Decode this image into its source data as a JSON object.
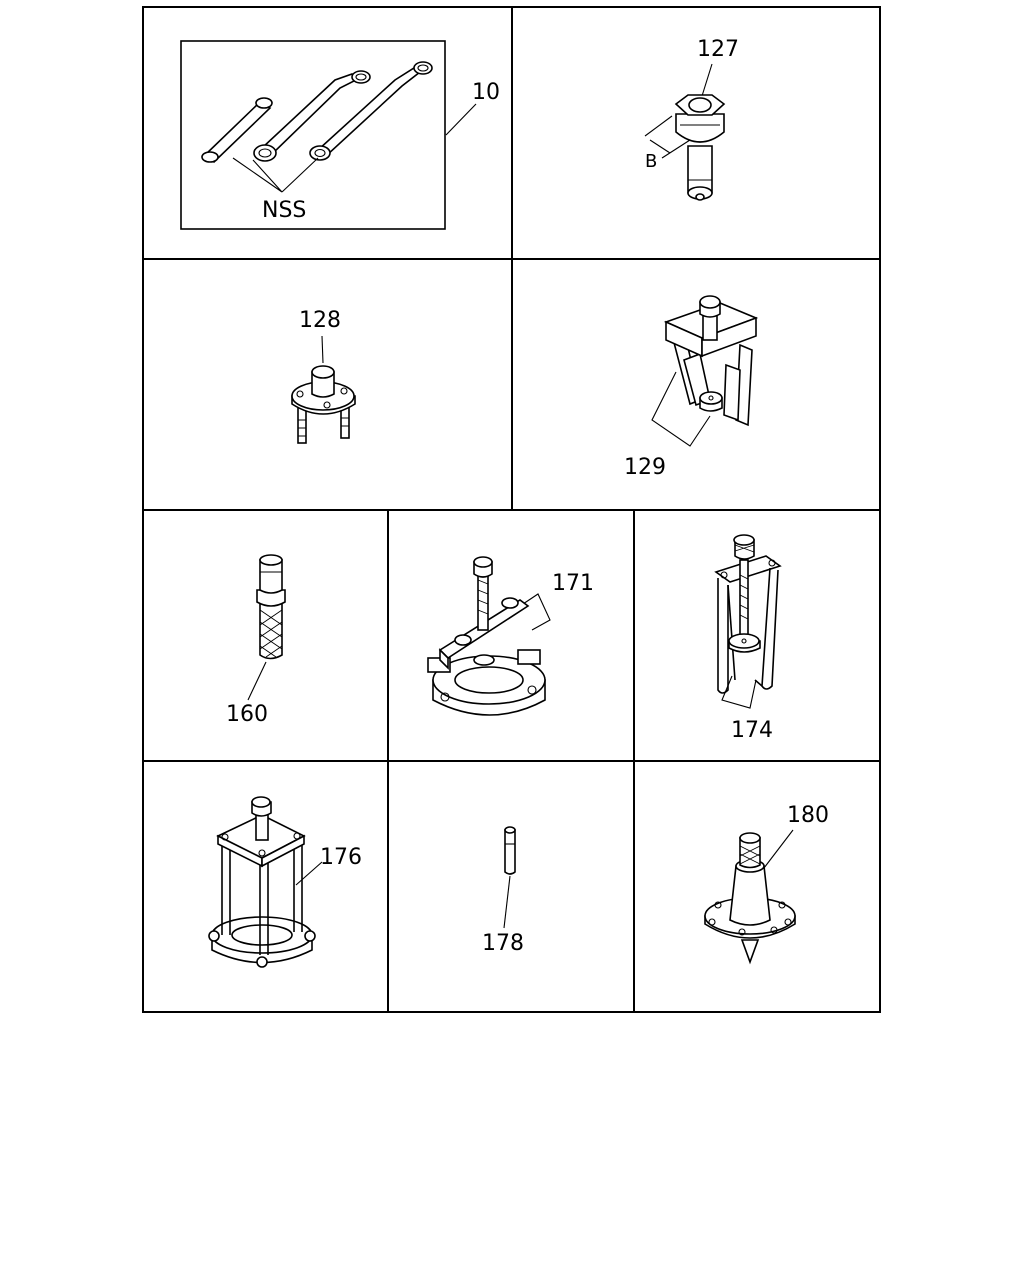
{
  "callouts": {
    "c10": "10",
    "nss": "NSS",
    "c127": "127",
    "dim_b": "B",
    "c128": "128",
    "c129": "129",
    "c160": "160",
    "c171": "171",
    "c174": "174",
    "c176": "176",
    "c178": "178",
    "c180": "180"
  }
}
